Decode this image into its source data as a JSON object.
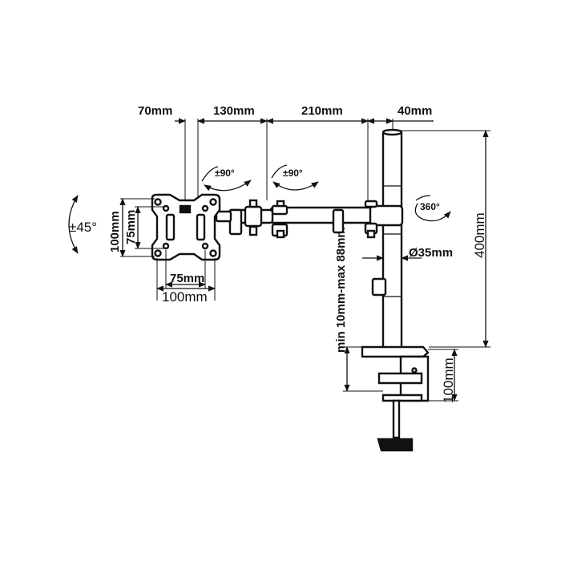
{
  "dimensions": {
    "seg_70": "70mm",
    "seg_130": "130mm",
    "seg_210": "210mm",
    "seg_40": "40mm",
    "height_400": "400mm",
    "pole_dia": "Ø35mm",
    "clamp_range": "min 10mm-max 88mm",
    "clamp_depth": "100mm",
    "vesa_h_75": "75mm",
    "vesa_h_100": "100mm",
    "vesa_v_75": "75mm",
    "vesa_v_100": "100mm"
  },
  "rotations": {
    "tilt": "±45°",
    "swivel_head": "±90°",
    "swivel_arm": "±90°",
    "pole_rotate": "360°"
  }
}
